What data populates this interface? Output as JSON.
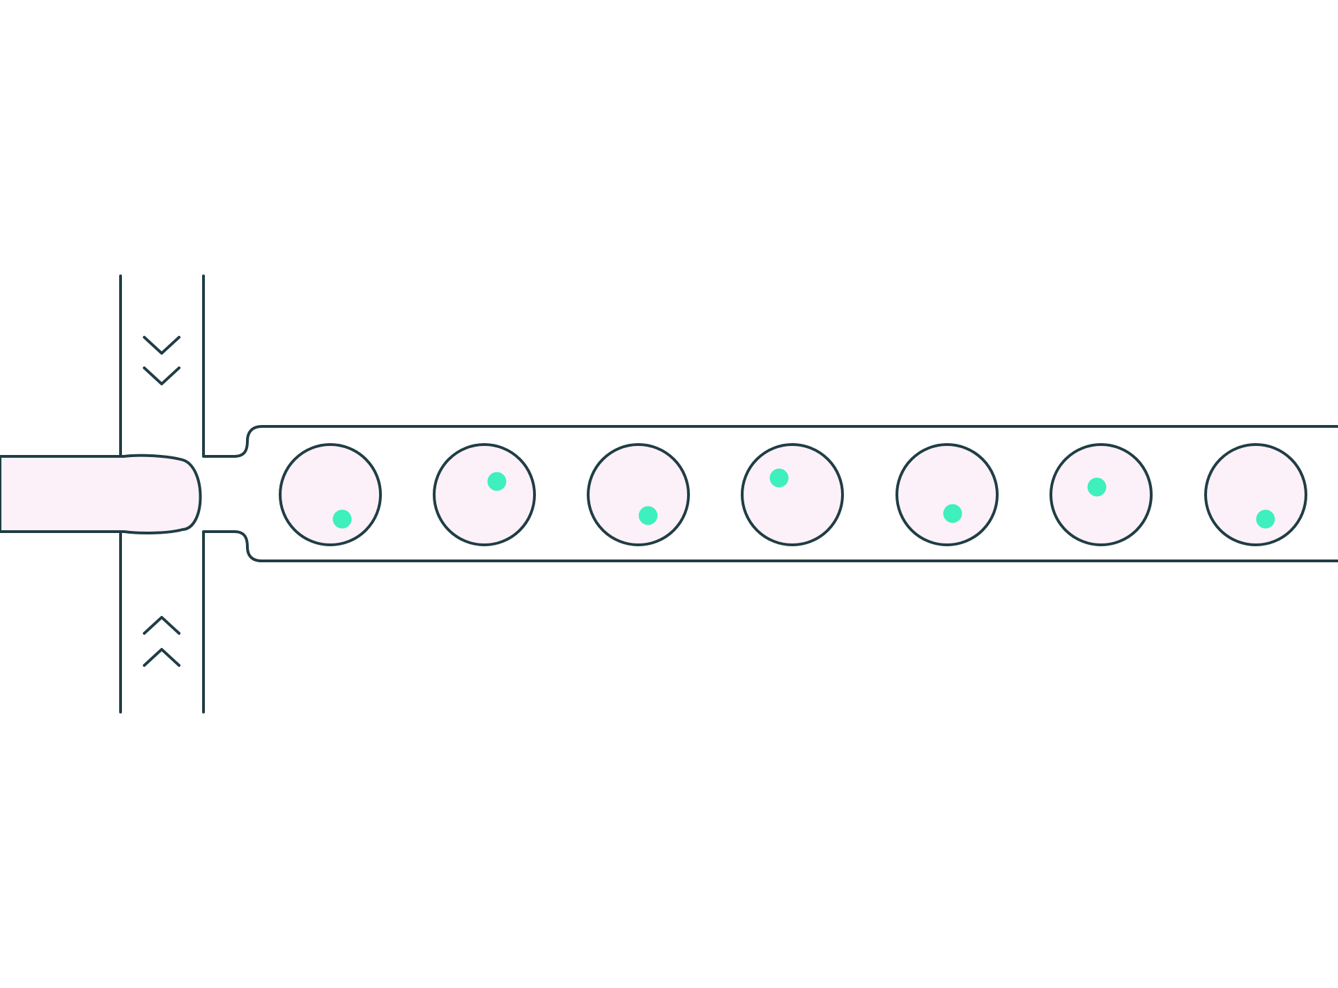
{
  "colors": {
    "stroke": "#1f3d44",
    "dispersed_phase": "#fcf0f9",
    "particle": "#3df0bd",
    "background": "#ffffff"
  },
  "droplets": [
    {
      "particle_position": "bottom-right"
    },
    {
      "particle_position": "top-right"
    },
    {
      "particle_position": "bottom-right"
    },
    {
      "particle_position": "top-left"
    },
    {
      "particle_position": "bottom-right"
    },
    {
      "particle_position": "top-left"
    },
    {
      "particle_position": "bottom-right"
    }
  ],
  "flow_icons": [
    "chevron-down-icon",
    "chevron-down-icon",
    "chevron-up-icon",
    "chevron-up-icon"
  ]
}
